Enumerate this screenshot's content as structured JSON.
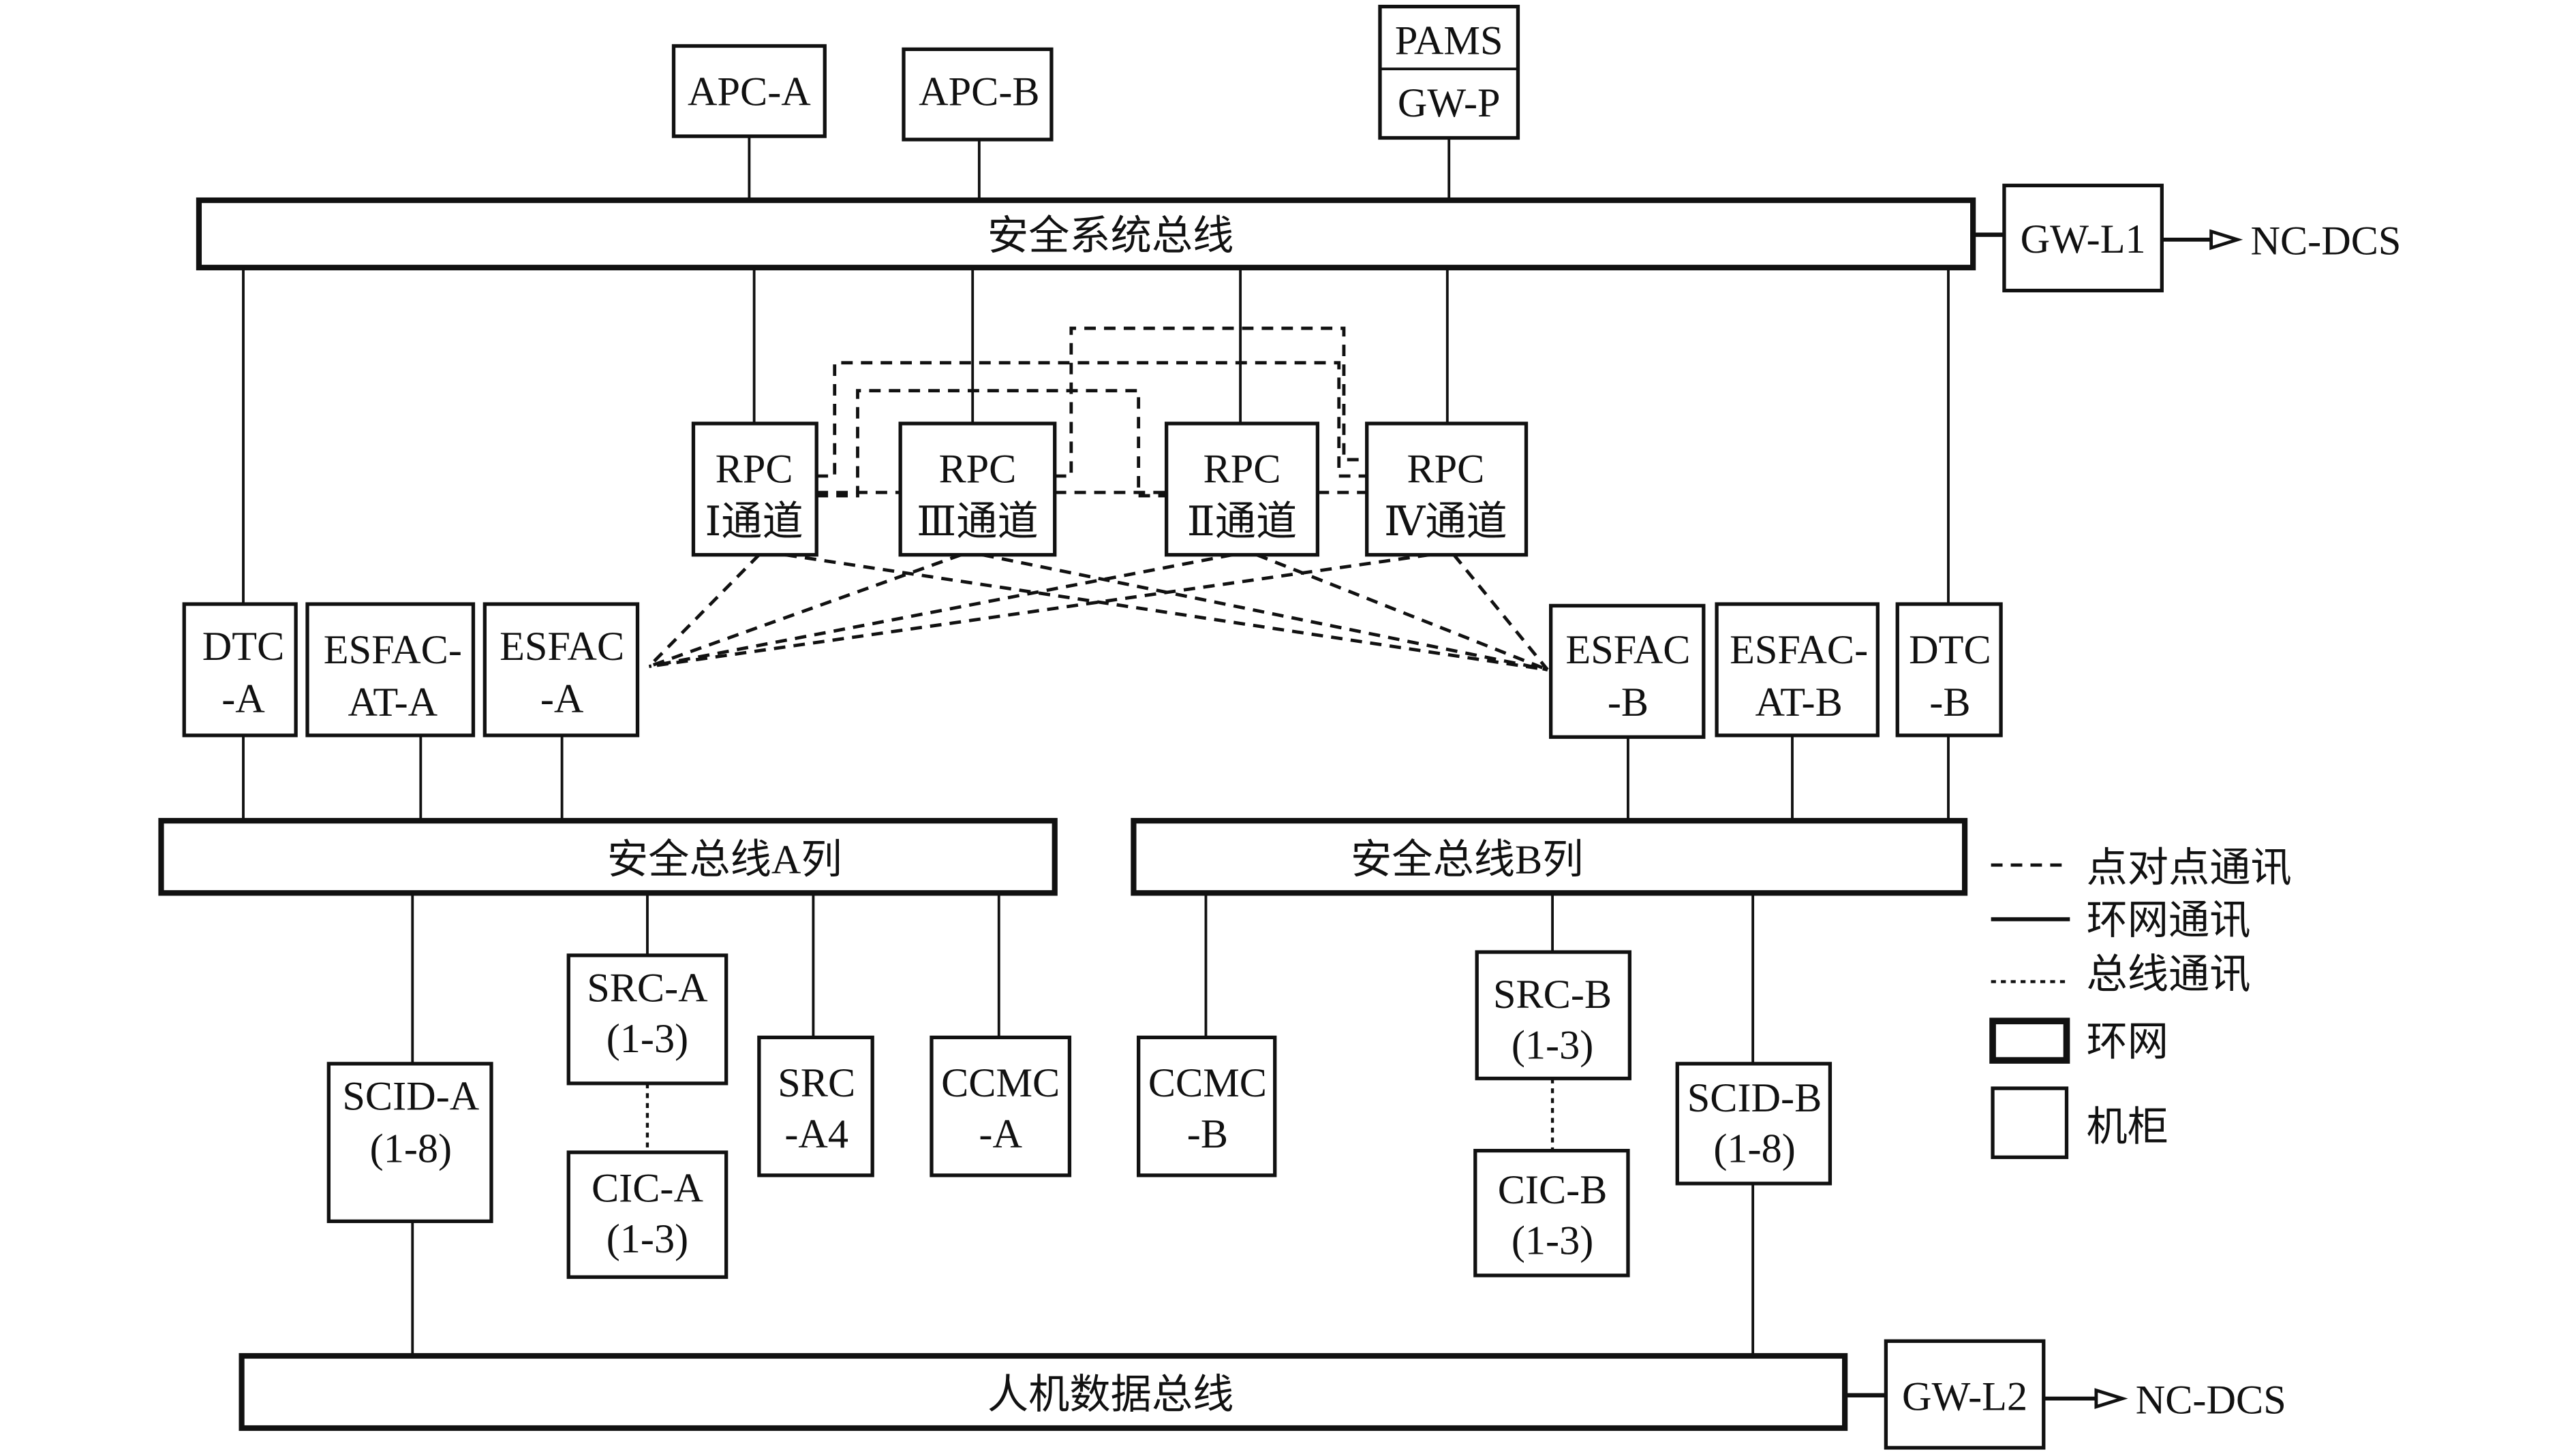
{
  "diagram": {
    "top_nodes": {
      "apc_a": "APC-A",
      "apc_b": "APC-B",
      "pams": "PAMS",
      "gw_p": "GW-P"
    },
    "buses": {
      "safety_system_bus": "安全系统总线",
      "safety_bus_a": "安全总线A列",
      "safety_bus_b": "安全总线B列",
      "hmi_data_bus": "人机数据总线"
    },
    "gateways": {
      "gw_l1": "GW-L1",
      "gw_l2": "GW-L2",
      "nc_dcs_1": "NC-DCS",
      "nc_dcs_2": "NC-DCS"
    },
    "rpc": [
      {
        "line1": "RPC",
        "line2": "Ⅰ通道"
      },
      {
        "line1": "RPC",
        "line2": "Ⅲ通道"
      },
      {
        "line1": "RPC",
        "line2": "Ⅱ通道"
      },
      {
        "line1": "RPC",
        "line2": "Ⅳ通道"
      }
    ],
    "a_side": {
      "dtc": {
        "line1": "DTC",
        "line2": "-A"
      },
      "esfac_at": {
        "line1": "ESFAC-",
        "line2": "AT-A"
      },
      "esfac": {
        "line1": "ESFAC",
        "line2": "-A"
      }
    },
    "b_side": {
      "esfac": {
        "line1": "ESFAC",
        "line2": "-B"
      },
      "esfac_at": {
        "line1": "ESFAC-",
        "line2": "AT-B"
      },
      "dtc": {
        "line1": "DTC",
        "line2": "-B"
      }
    },
    "a_bottom": {
      "scid": {
        "line1": "SCID-A",
        "line2": "(1-8)"
      },
      "src": {
        "line1": "SRC-A",
        "line2": "(1-3)"
      },
      "cic": {
        "line1": "CIC-A",
        "line2": "(1-3)"
      },
      "src_a4": {
        "line1": "SRC",
        "line2": "-A4"
      },
      "ccmc": {
        "line1": "CCMC",
        "line2": "-A"
      }
    },
    "b_bottom": {
      "ccmc": {
        "line1": "CCMC",
        "line2": "-B"
      },
      "src": {
        "line1": "SRC-B",
        "line2": "(1-3)"
      },
      "cic": {
        "line1": "CIC-B",
        "line2": "(1-3)"
      },
      "scid": {
        "line1": "SCID-B",
        "line2": "(1-8)"
      }
    }
  },
  "legend": {
    "point_to_point": "点对点通讯",
    "ring_comm": "环网通讯",
    "bus_comm": "总线通讯",
    "ring_network": "环网",
    "cabinet": "机柜"
  }
}
